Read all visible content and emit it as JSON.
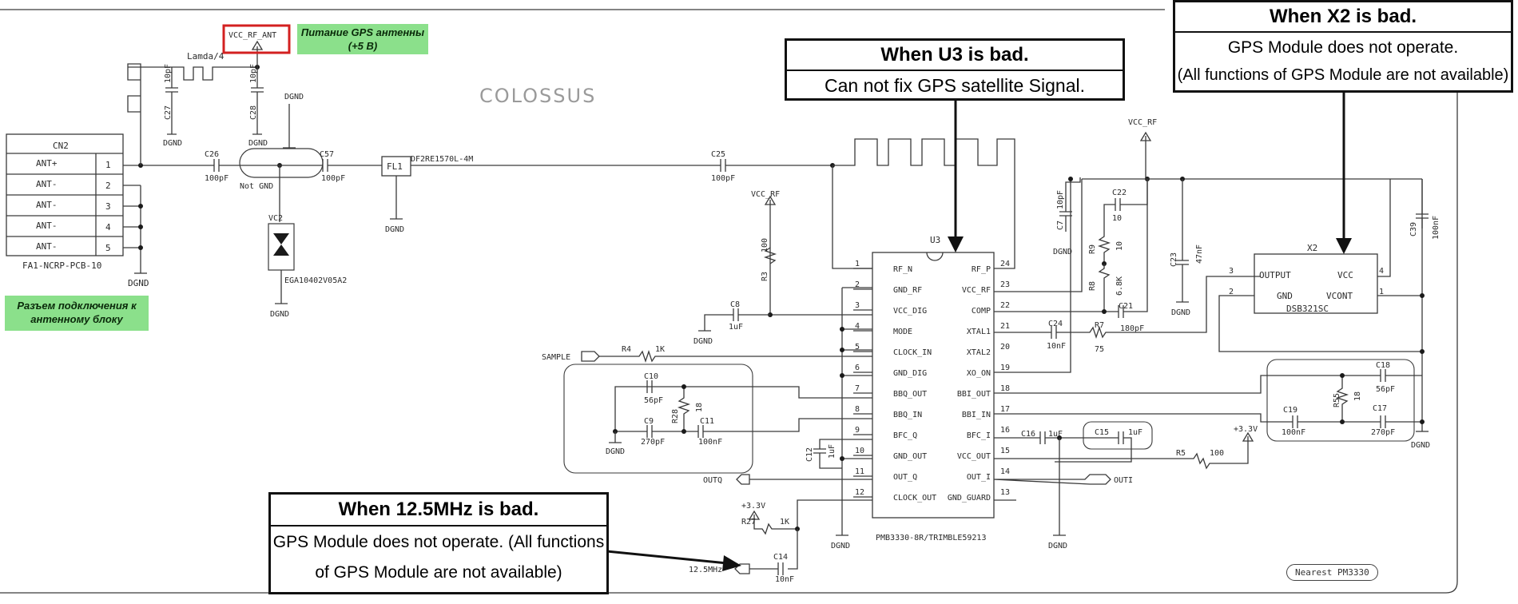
{
  "title_watermark": "COLOSSUS",
  "callouts": {
    "u3": {
      "head": "When U3 is bad.",
      "body": "Can not fix GPS satellite Signal."
    },
    "x2": {
      "head": "When X2 is bad.",
      "body_line1": "GPS Module does not operate.",
      "body_line2": "(All functions of GPS Module are not available)"
    },
    "clk": {
      "head": "When 12.5MHz is bad.",
      "body_line1": "GPS Module does not operate. (All functions",
      "body_line2": "of GPS Module are not available)"
    }
  },
  "notes": {
    "gps_power": "Питание GPS антенны (+5 В)",
    "connector": "Разъем подключения к антенному блоку",
    "nearest": "Nearest PM3330"
  },
  "connector": {
    "ref": "CN2",
    "part": "FA1-NCRP-PCB-10",
    "pins": [
      {
        "name": "ANT+",
        "num": "1"
      },
      {
        "name": "ANT-",
        "num": "2"
      },
      {
        "name": "ANT-",
        "num": "3"
      },
      {
        "name": "ANT-",
        "num": "4"
      },
      {
        "name": "ANT-",
        "num": "5"
      }
    ]
  },
  "labels": {
    "vcc_rf_ant": "VCC_RF_ANT",
    "lamda": "Lamda/4",
    "dgnd": "DGND",
    "not_gnd": "Not GND",
    "fl1": "FL1",
    "fl1_part": "DF2RE1570L-4M",
    "vc2": "VC2",
    "vc2_part": "EGA10402V05A2",
    "vcc_rf": "VCC_RF",
    "sample": "SAMPLE",
    "outq": "OUTQ",
    "outi": "OUTI",
    "p3v3": "+3.3V",
    "clk": "12.5MHz"
  },
  "components": {
    "C27": "C27",
    "C27v": "10pF",
    "C28": "C28",
    "C28v": "10pF",
    "C26": "C26",
    "C26v": "100pF",
    "C57": "C57",
    "C57v": "100pF",
    "C25": "C25",
    "C25v": "100pF",
    "C7": "C7",
    "C7v": "10pF",
    "C8": "C8",
    "C8v": "1uF",
    "R3": "R3",
    "R3v": "100",
    "R4": "R4",
    "R4v": "1K",
    "C10": "C10",
    "C10v": "56pF",
    "C9": "C9",
    "C9v": "270pF",
    "R28": "R28",
    "R28v": "18",
    "C11": "C11",
    "C11v": "100nF",
    "C12": "C12",
    "C12v": "1uF",
    "R27": "R27",
    "R27v": "1K",
    "C14": "C14",
    "C14v": "10nF",
    "C22": "C22",
    "C22v": "10",
    "R9": "R9",
    "R9v": "10",
    "R8": "R8",
    "R8v": "6.8K",
    "C21": "C21",
    "C21v": "180pF",
    "C24": "C24",
    "C24v": "10nF",
    "R7": "R7",
    "R7v": "75",
    "C23": "C23",
    "C23v": "47nF",
    "C39": "C39",
    "C39v": "100nF",
    "C16": "C16",
    "C16v": "1uF",
    "C15": "C15",
    "C15v": "1uF",
    "R5": "R5",
    "R5v": "100",
    "C19": "C19",
    "C19v": "100nF",
    "R55": "R55",
    "R55v": "18",
    "C18": "C18",
    "C18v": "56pF",
    "C17": "C17",
    "C17v": "270pF"
  },
  "u3": {
    "ref": "U3",
    "part": "PMB3330-8R/TRIMBLE59213",
    "left_pins": [
      {
        "num": "1",
        "name": "RF_N"
      },
      {
        "num": "2",
        "name": "GND_RF"
      },
      {
        "num": "3",
        "name": "VCC_DIG"
      },
      {
        "num": "4",
        "name": "MODE"
      },
      {
        "num": "5",
        "name": "CLOCK_IN"
      },
      {
        "num": "6",
        "name": "GND_DIG"
      },
      {
        "num": "7",
        "name": "BBQ_OUT"
      },
      {
        "num": "8",
        "name": "BBQ_IN"
      },
      {
        "num": "9",
        "name": "BFC_Q"
      },
      {
        "num": "10",
        "name": "GND_OUT"
      },
      {
        "num": "11",
        "name": "OUT_Q"
      },
      {
        "num": "12",
        "name": "CLOCK_OUT"
      }
    ],
    "right_pins": [
      {
        "num": "24",
        "name": "RF_P"
      },
      {
        "num": "23",
        "name": "VCC_RF"
      },
      {
        "num": "22",
        "name": "COMP"
      },
      {
        "num": "21",
        "name": "XTAL1"
      },
      {
        "num": "20",
        "name": "XTAL2"
      },
      {
        "num": "19",
        "name": "XO_ON"
      },
      {
        "num": "18",
        "name": "BBI_OUT"
      },
      {
        "num": "17",
        "name": "BBI_IN"
      },
      {
        "num": "16",
        "name": "BFC_I"
      },
      {
        "num": "15",
        "name": "VCC_OUT"
      },
      {
        "num": "14",
        "name": "OUT_I"
      },
      {
        "num": "13",
        "name": "GND_GUARD"
      }
    ]
  },
  "x2": {
    "ref": "X2",
    "part": "DSB321SC",
    "pins": [
      {
        "num": "3",
        "name": "OUTPUT"
      },
      {
        "num": "2",
        "name": "GND"
      },
      {
        "num": "4",
        "name": "VCC"
      },
      {
        "num": "1",
        "name": "VCONT"
      }
    ]
  }
}
